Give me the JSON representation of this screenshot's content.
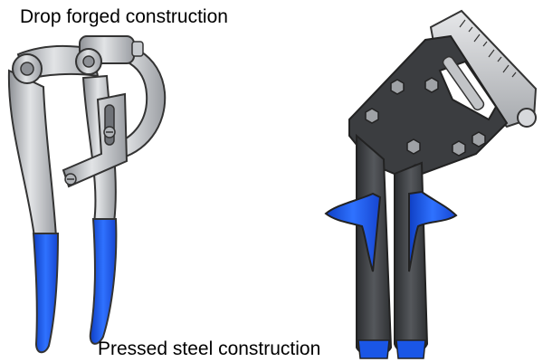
{
  "captions": {
    "top": "Drop forged construction",
    "bottom": "Pressed steel construction"
  },
  "tools": [
    {
      "id": "drop-forged-tool",
      "label_ref": "captions.top",
      "grip_color": "#1a56e6",
      "metal_color": "#b9bcc0"
    },
    {
      "id": "pressed-steel-tool",
      "label_ref": "captions.bottom",
      "grip_color": "#1a56e6",
      "body_color": "#3d3f42",
      "scale_color": "#c6c8cb"
    }
  ]
}
